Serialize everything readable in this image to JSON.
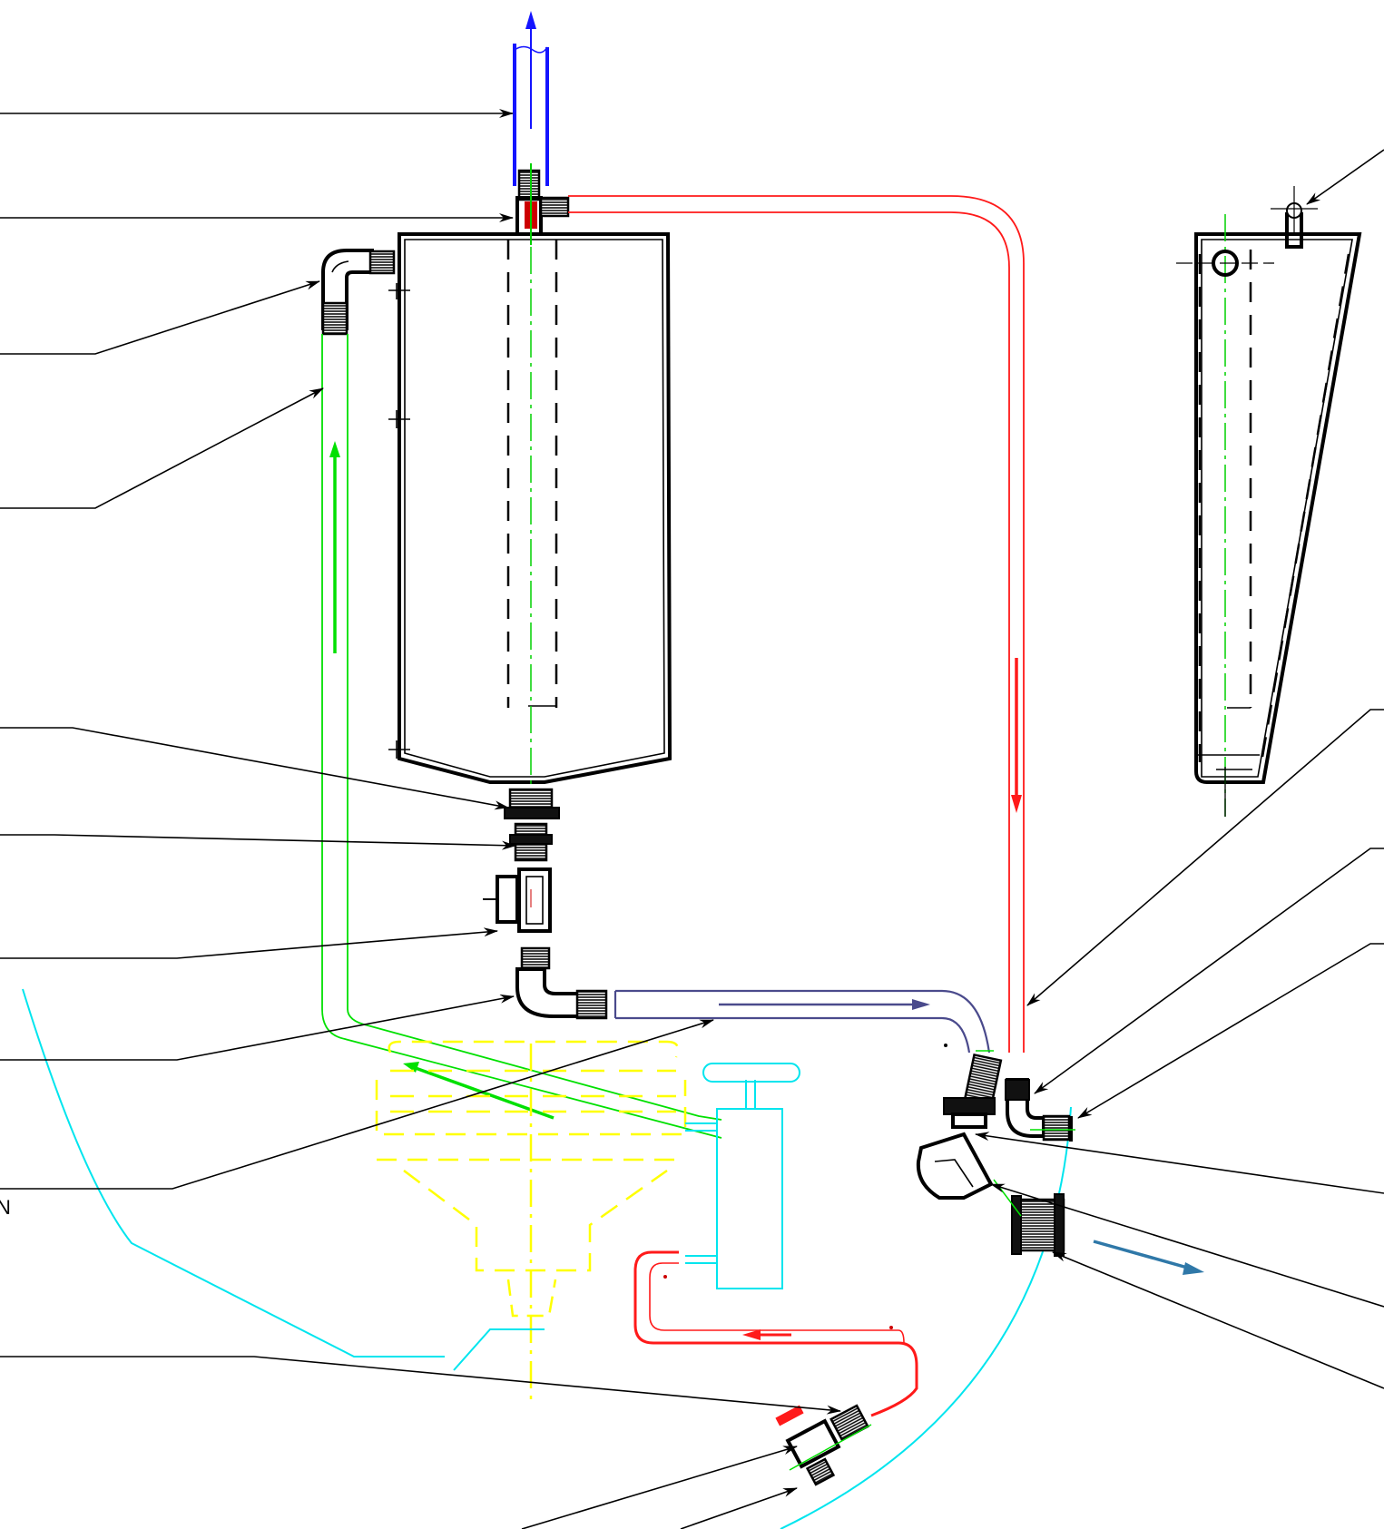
{
  "colors": {
    "background": "#ffffff",
    "outline": "#000000",
    "vent_pipe": "#1414ff",
    "hot_line": "#ff1a1a",
    "return_line": "#00e000",
    "flow_pipe": "#4a4a8c",
    "basin": "#ffff00",
    "pump": "#00e5ee",
    "outlet_arrow": "#2f78a8",
    "teal_pipe": "#2b6f9c"
  },
  "labels": {
    "edge_letter": "N"
  },
  "components": [
    "vent-pipe",
    "tee-fitting",
    "elbow-fitting-top",
    "return-hose",
    "tank-body",
    "tank-side-view",
    "drain-nut",
    "drain-coupler",
    "ball-valve",
    "drain-elbow",
    "flow-pipe",
    "red-supply-line",
    "yellow-basin",
    "cyan-pump",
    "right-fitting-cluster",
    "bottom-fitting-cluster"
  ]
}
